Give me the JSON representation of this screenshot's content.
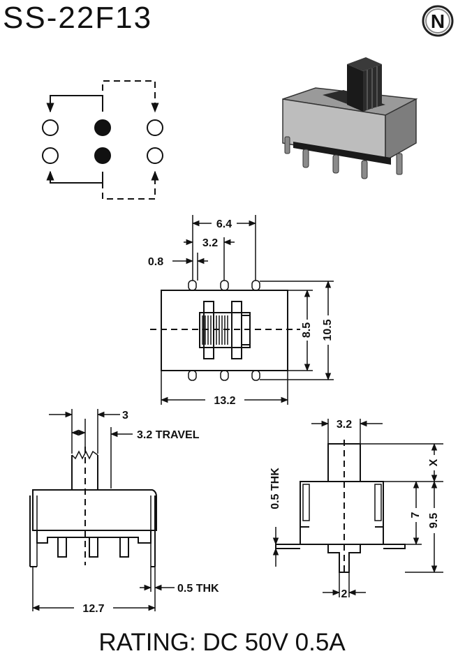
{
  "header": {
    "title": "SS-22F13",
    "logo_letter": "N"
  },
  "schematic": {
    "contacts_filled": [
      "middle-top",
      "middle-bottom"
    ]
  },
  "top_view": {
    "dims": {
      "d64": "6.4",
      "d32": "3.2",
      "d08": "0.8",
      "d85": "8.5",
      "d105": "10.5",
      "d132": "13.2"
    }
  },
  "front_view": {
    "dims": {
      "d3": "3",
      "travel": "3.2 TRAVEL",
      "thk": "0.5 THK",
      "d127": "12.7"
    }
  },
  "side_view": {
    "dims": {
      "d32": "3.2",
      "thk": "0.5 THK",
      "x": "X",
      "d7": "7",
      "d95": "9.5",
      "d2": "2"
    }
  },
  "footer": {
    "rating": "RATING: DC 50V 0.5A"
  }
}
